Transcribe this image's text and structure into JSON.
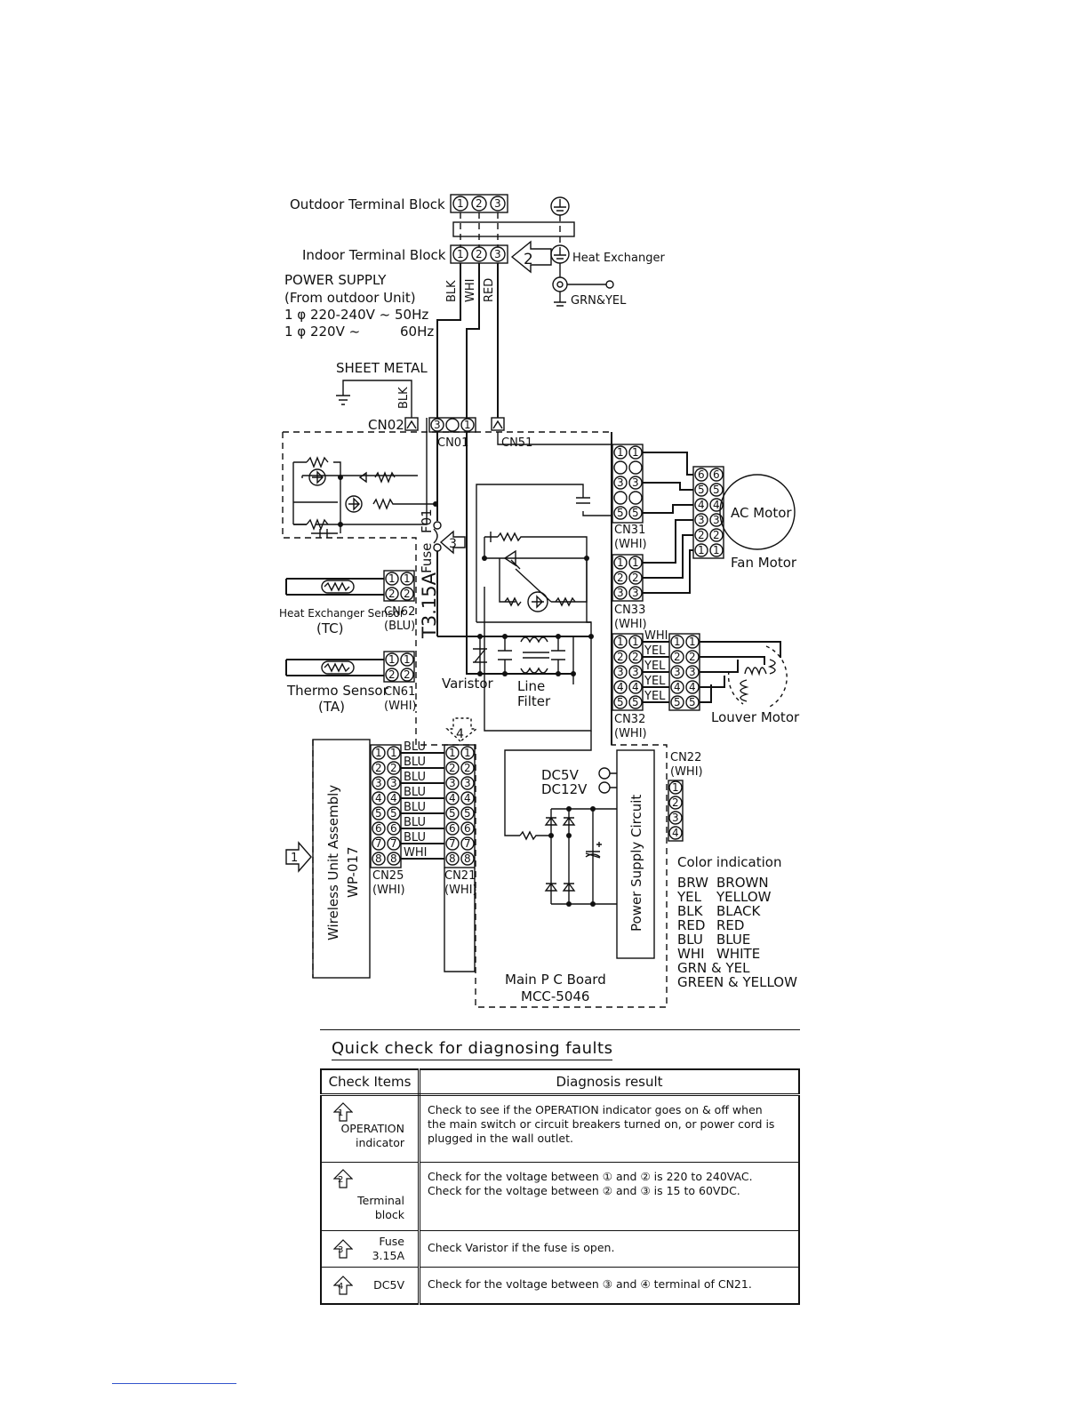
{
  "diagram": {
    "outdoor_terminal_block": "Outdoor Terminal Block",
    "indoor_terminal_block": "Indoor Terminal Block",
    "terminal_pins": [
      "1",
      "2",
      "3"
    ],
    "heat_exchanger": "Heat Exchanger",
    "grn_yel": "GRN&YEL",
    "power_supply": {
      "title": "POWER SUPPLY",
      "source": "(From outdoor Unit)",
      "line1": "1 φ   220-240V ~ 50Hz",
      "line2_prefix": "1 φ   220V ~",
      "line2_freq": "60Hz"
    },
    "wire_colors_top": [
      "BLK",
      "WHI",
      "RED"
    ],
    "sheet_metal": "SHEET METAL",
    "sheet_metal_wire": "BLK",
    "connectors": {
      "cn02": "CN02",
      "cn01": "CN01",
      "cn51": "CN51",
      "cn31": "CN31",
      "cn31_color": "(WHI)",
      "cn33": "CN33",
      "cn33_color": "(WHI)",
      "cn32": "CN32",
      "cn32_color": "(WHI)",
      "cn62": "CN62",
      "cn62_color": "(BLU)",
      "cn61": "CN61",
      "cn61_color": "(WHI)",
      "cn25": "CN25",
      "cn25_color": "(WHI)",
      "cn21": "CN21",
      "cn21_color": "(WHI)",
      "cn22": "CN22",
      "cn22_color": "(WHI)"
    },
    "cn01_pins": [
      "3",
      "1"
    ],
    "fuse_ref": "F01",
    "fuse_word": "Fuse",
    "fuse_rating": "T3.15A",
    "ac_motor": "AC Motor",
    "fan_motor": "Fan Motor",
    "heat_exchanger_sensor": "Heat Exchanger Sensor",
    "tc": "(TC)",
    "thermo_sensor": "Thermo Sensor",
    "ta": "(TA)",
    "varistor": "Varistor",
    "line_filter": [
      "Line",
      "Filter"
    ],
    "louver_wires": [
      "WHI",
      "YEL",
      "YEL",
      "YEL",
      "YEL"
    ],
    "louver_motor": "Louver Motor",
    "wireless_wires": [
      "BLU",
      "BLU",
      "BLU",
      "BLU",
      "BLU",
      "BLU",
      "BLU",
      "WHI"
    ],
    "wireless_unit": [
      "Wireless Unit Assembly",
      "WP-017"
    ],
    "dc5v": "DC5V",
    "dc12v": "DC12V",
    "power_supply_circuit": "Power Supply Circuit",
    "main_board": [
      "Main P C Board",
      "MCC-5046"
    ],
    "check_marks": [
      "1",
      "2",
      "3",
      "4"
    ],
    "color_indication": {
      "title": "Color indication",
      "rows": [
        {
          "code": "BRW",
          "name": "BROWN"
        },
        {
          "code": "YEL",
          "name": "YELLOW"
        },
        {
          "code": "BLK",
          "name": "BLACK"
        },
        {
          "code": "RED",
          "name": "RED"
        },
        {
          "code": "BLU",
          "name": "BLUE"
        },
        {
          "code": "WHI",
          "name": "WHITE"
        },
        {
          "code": "GRN & YEL",
          "name": ""
        },
        {
          "code": "GREEN & YELLOW",
          "name": ""
        }
      ]
    }
  },
  "quick_check": {
    "title": "Quick check for diagnosing faults",
    "header_item": "Check Items",
    "header_result": "Diagnosis result",
    "rows": [
      {
        "num": "1",
        "item": [
          "OPERATION",
          "indicator"
        ],
        "result": [
          "Check to see if the OPERATION indicator goes on & off when",
          "the main switch or circuit breakers turned on, or power cord is",
          "plugged in the wall outlet."
        ]
      },
      {
        "num": "2",
        "item": [
          "Terminal",
          "block"
        ],
        "result": [
          "Check for the voltage between ① and ② is 220 to 240VAC.",
          "Check for the voltage between ② and ③ is 15 to 60VDC."
        ]
      },
      {
        "num": "3",
        "item": [
          "Fuse",
          "3.15A"
        ],
        "result": [
          "Check Varistor if the fuse is open."
        ]
      },
      {
        "num": "4",
        "item": [
          "DC5V"
        ],
        "result": [
          "Check for the voltage between ③ and ④ terminal of CN21."
        ]
      }
    ]
  }
}
